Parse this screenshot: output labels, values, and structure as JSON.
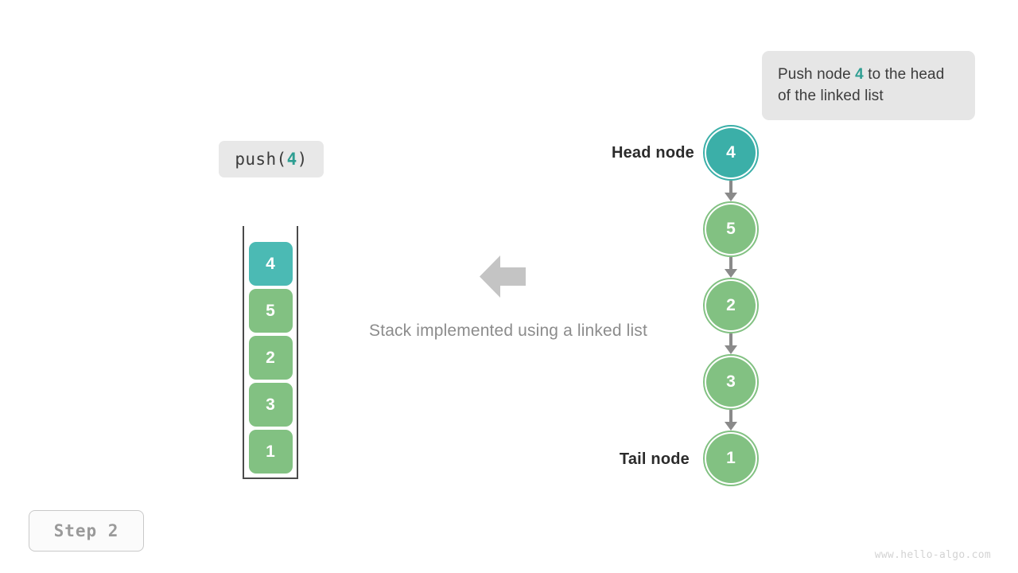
{
  "callout": {
    "prefix": "Push node ",
    "highlight": "4",
    "suffix": " to the head of the linked list",
    "full_text": "Push node 4 to the head of the linked list"
  },
  "operation": {
    "prefix": "push(",
    "argument": "4",
    "suffix": ")",
    "full_text": "push(4)"
  },
  "stack": {
    "cells": [
      {
        "value": "4",
        "color": "teal"
      },
      {
        "value": "5",
        "color": "green"
      },
      {
        "value": "2",
        "color": "green"
      },
      {
        "value": "3",
        "color": "green"
      },
      {
        "value": "1",
        "color": "green"
      }
    ]
  },
  "caption": {
    "text": "Stack implemented using a linked list"
  },
  "arrow": {
    "direction": "left",
    "color": "#c4c4c4"
  },
  "linked_list": {
    "head_label": "Head node",
    "tail_label": "Tail node",
    "nodes": [
      {
        "value": "4",
        "color": "teal"
      },
      {
        "value": "5",
        "color": "green"
      },
      {
        "value": "2",
        "color": "green"
      },
      {
        "value": "3",
        "color": "green"
      },
      {
        "value": "1",
        "color": "green"
      }
    ]
  },
  "step_badge": {
    "text": "Step 2"
  },
  "watermark": {
    "text": "www.hello-algo.com"
  },
  "colors": {
    "teal": "#4bbab4",
    "teal_ring": "#3bafa8",
    "teal_text": "#2e9e92",
    "green": "#82c182",
    "gray_arrow": "#8a8a8a",
    "gray_block_arrow": "#c4c4c4",
    "callout_bg": "#e6e6e6",
    "chip_bg": "#e8e8e8",
    "caption_text": "#8c8c8c",
    "label_text": "#2b2b2b",
    "step_text": "#9a9a9a",
    "watermark_text": "#d3d3d3",
    "stack_border": "#4b4b4b"
  }
}
